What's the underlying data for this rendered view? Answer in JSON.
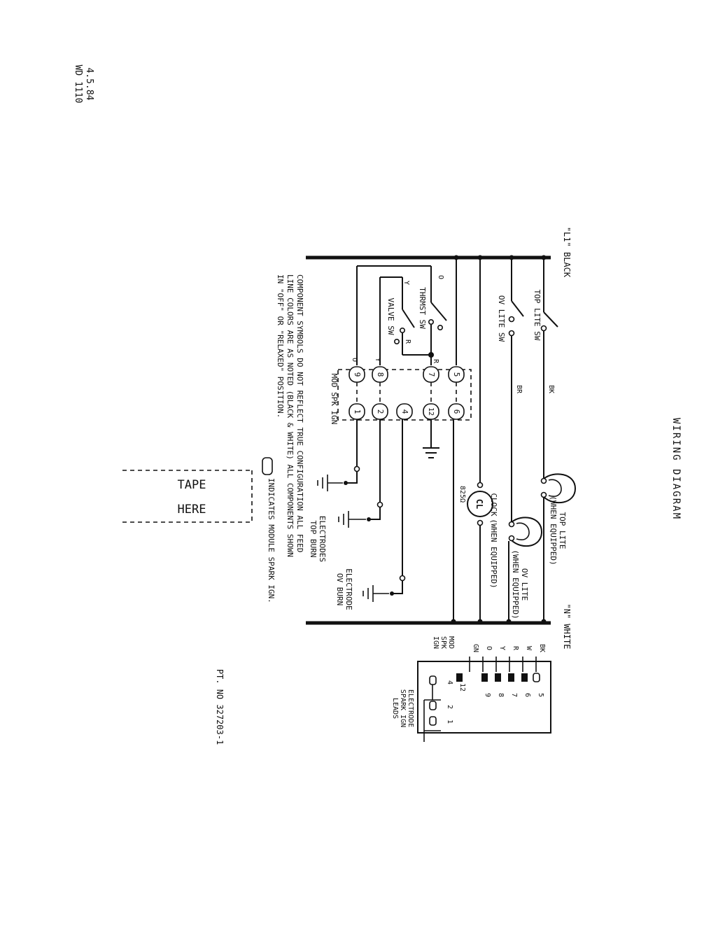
{
  "header": {
    "date": "4.5.84",
    "doc_number": "WD 1110"
  },
  "title": "WIRING DIAGRAM",
  "lines": {
    "l1": "\"L1\" BLACK",
    "n": "\"N\" WHITE"
  },
  "switches": {
    "top_lite": "TOP LITE SW",
    "ov_lite": "OV LITE SW",
    "thrmst": "THRMST SW",
    "valve": "VALVE SW"
  },
  "wire_colors": {
    "bk": "BK",
    "br": "BR",
    "o": "O",
    "y": "Y",
    "r": "R"
  },
  "module": {
    "label": "MOD SPK IGN",
    "left_terminals": [
      "5",
      "7",
      "8",
      "9"
    ],
    "right_terminals": [
      "6",
      "12",
      "4",
      "2",
      "1"
    ]
  },
  "loads": {
    "top_lite": [
      "TOP LITE",
      "(WHEN EQUIPPED)"
    ],
    "ov_lite": [
      "OV LITE",
      "(WHEN EQUIPPED)"
    ],
    "clock": [
      "CLOCK",
      "(WHEN EQUIPPED)"
    ],
    "clock_symbol": "CL",
    "resistor": "825Ω"
  },
  "electrodes": {
    "top": [
      "ELECTRODES",
      "TOP BURN"
    ],
    "ov": [
      "ELECTRODE",
      "OV BURN"
    ]
  },
  "notes": [
    "COMPONENT SYMBOLS DO NOT REFLECT TRUE CONFIGURATION  ALL FEED",
    "LINE COLORS ARE AS NOTED (BLACK & WHITE)  ALL COMPONENTS SHOWN",
    "IN \"OFF\" OR \"RELAXED\" POSITION."
  ],
  "legend_note": "INDICATES MODULE SPARK IGN.",
  "tape": [
    "TAPE",
    "HERE"
  ],
  "connector": {
    "wire_labels": [
      "BK",
      "W",
      "R",
      "Y",
      "O",
      "GN"
    ],
    "module_label": [
      "MOD",
      "SPK",
      "IGN"
    ],
    "pins_row1": [
      "5",
      "6",
      "7",
      "8",
      "9",
      "12"
    ],
    "pins_row2": [
      "4",
      "2",
      "1"
    ],
    "leads_label": [
      "ELECTRODE",
      "SPARK IGN",
      "LEADS"
    ]
  },
  "part_number": "PT. NO 327203-1"
}
